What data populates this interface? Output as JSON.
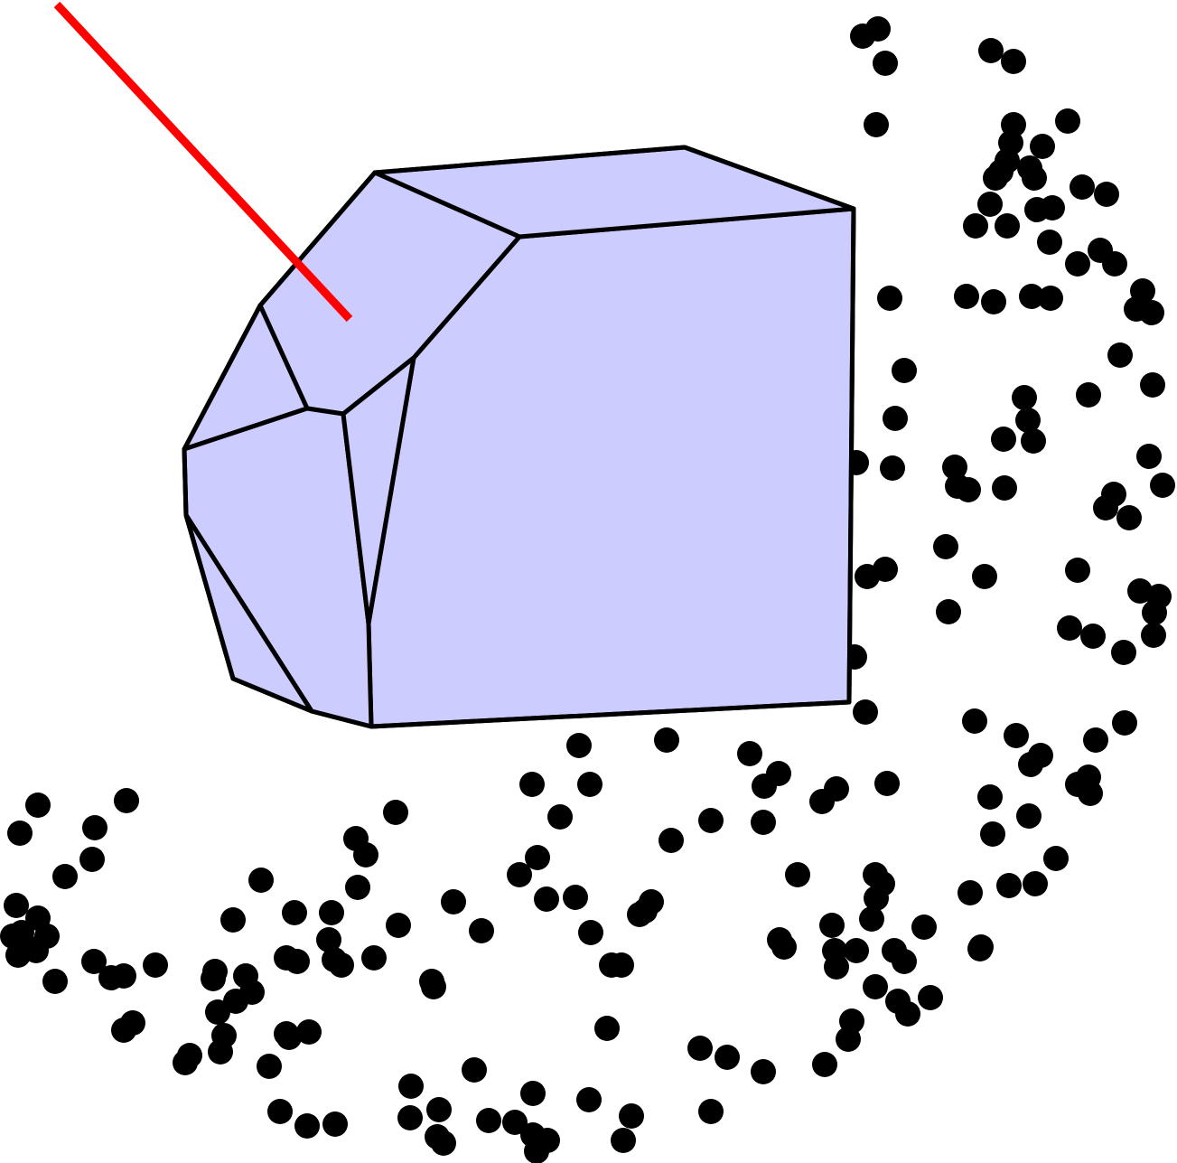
{
  "figure": {
    "background_color": "#ffffff",
    "polytope": {
      "fill_color": "#ccccff",
      "edge_color": "#000000",
      "faces": [
        {
          "name": "front-face"
        },
        {
          "name": "top-face"
        },
        {
          "name": "upper-left-face"
        },
        {
          "name": "left-face"
        },
        {
          "name": "lower-left-face"
        },
        {
          "name": "inner-sliver-face"
        },
        {
          "name": "upper-inner-face"
        }
      ]
    },
    "ray": {
      "color": "#ff0000"
    },
    "point_cloud": {
      "color": "#000000",
      "count": 330
    }
  }
}
